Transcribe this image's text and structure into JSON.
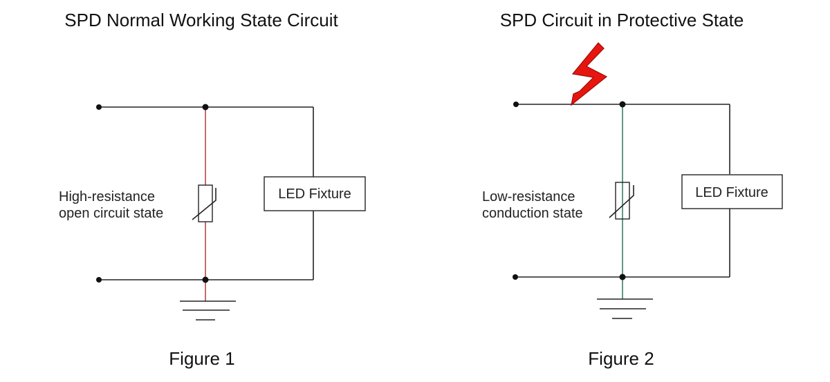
{
  "figure1": {
    "title": "SPD Normal Working State Circuit",
    "spd_label_line1": "High-resistance",
    "spd_label_line2": "open circuit state",
    "load_label": "LED Fixture",
    "caption": "Figure 1",
    "spd_branch_color": "#b5474a"
  },
  "figure2": {
    "title": "SPD Circuit in Protective State",
    "spd_label_line1": "Low-resistance",
    "spd_label_line2": "conduction state",
    "load_label": "LED Fixture",
    "caption": "Figure 2",
    "spd_branch_color": "#1f6b55",
    "surge_icon_color": "#e8150f"
  }
}
